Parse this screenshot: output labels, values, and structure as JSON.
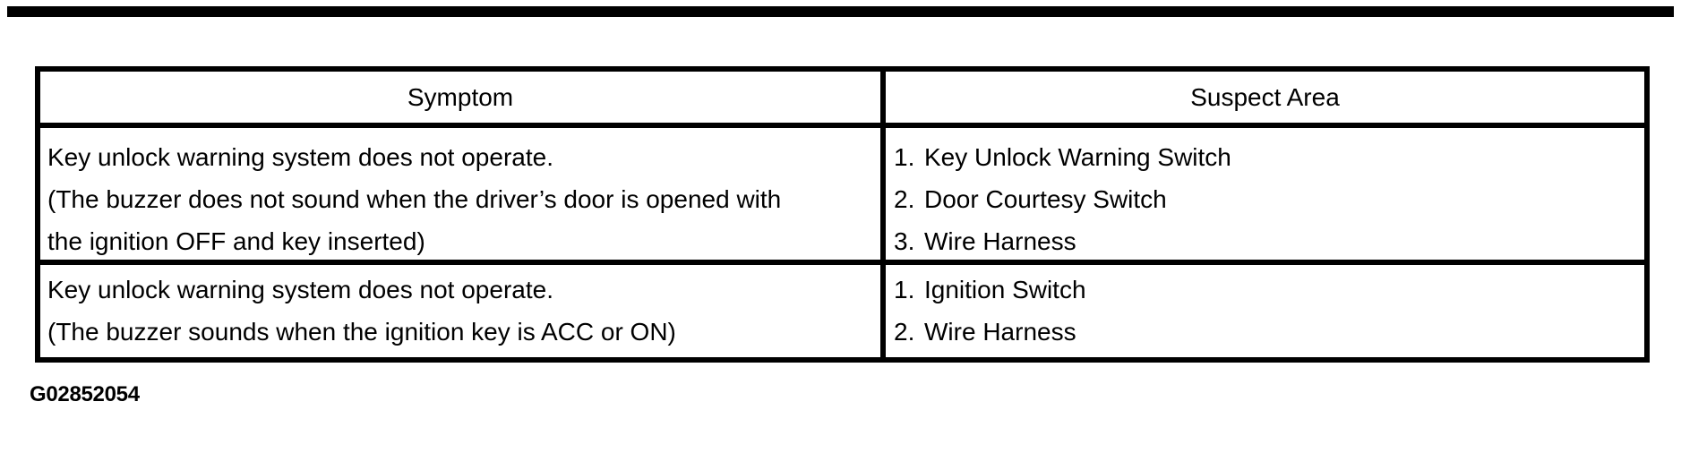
{
  "page": {
    "figure_id": "G02852054"
  },
  "colors": {
    "ink": "#000000",
    "paper": "#ffffff"
  },
  "table": {
    "headers": {
      "symptom": "Symptom",
      "suspect_area": "Suspect Area"
    },
    "rows": [
      {
        "symptom_lines": [
          "Key unlock warning system does not operate.",
          "(The buzzer does not sound when the driver’s door is opened with",
          "the ignition OFF and key inserted)"
        ],
        "suspects": [
          {
            "num": "1.",
            "label": "Key Unlock Warning Switch"
          },
          {
            "num": "2.",
            "label": "Door Courtesy Switch"
          },
          {
            "num": "3.",
            "label": "Wire Harness"
          }
        ]
      },
      {
        "symptom_lines": [
          "Key unlock warning system does not operate.",
          "(The buzzer sounds when the ignition key is ACC or ON)"
        ],
        "suspects": [
          {
            "num": "1.",
            "label": "Ignition Switch"
          },
          {
            "num": "2.",
            "label": "Wire Harness"
          }
        ]
      }
    ]
  }
}
